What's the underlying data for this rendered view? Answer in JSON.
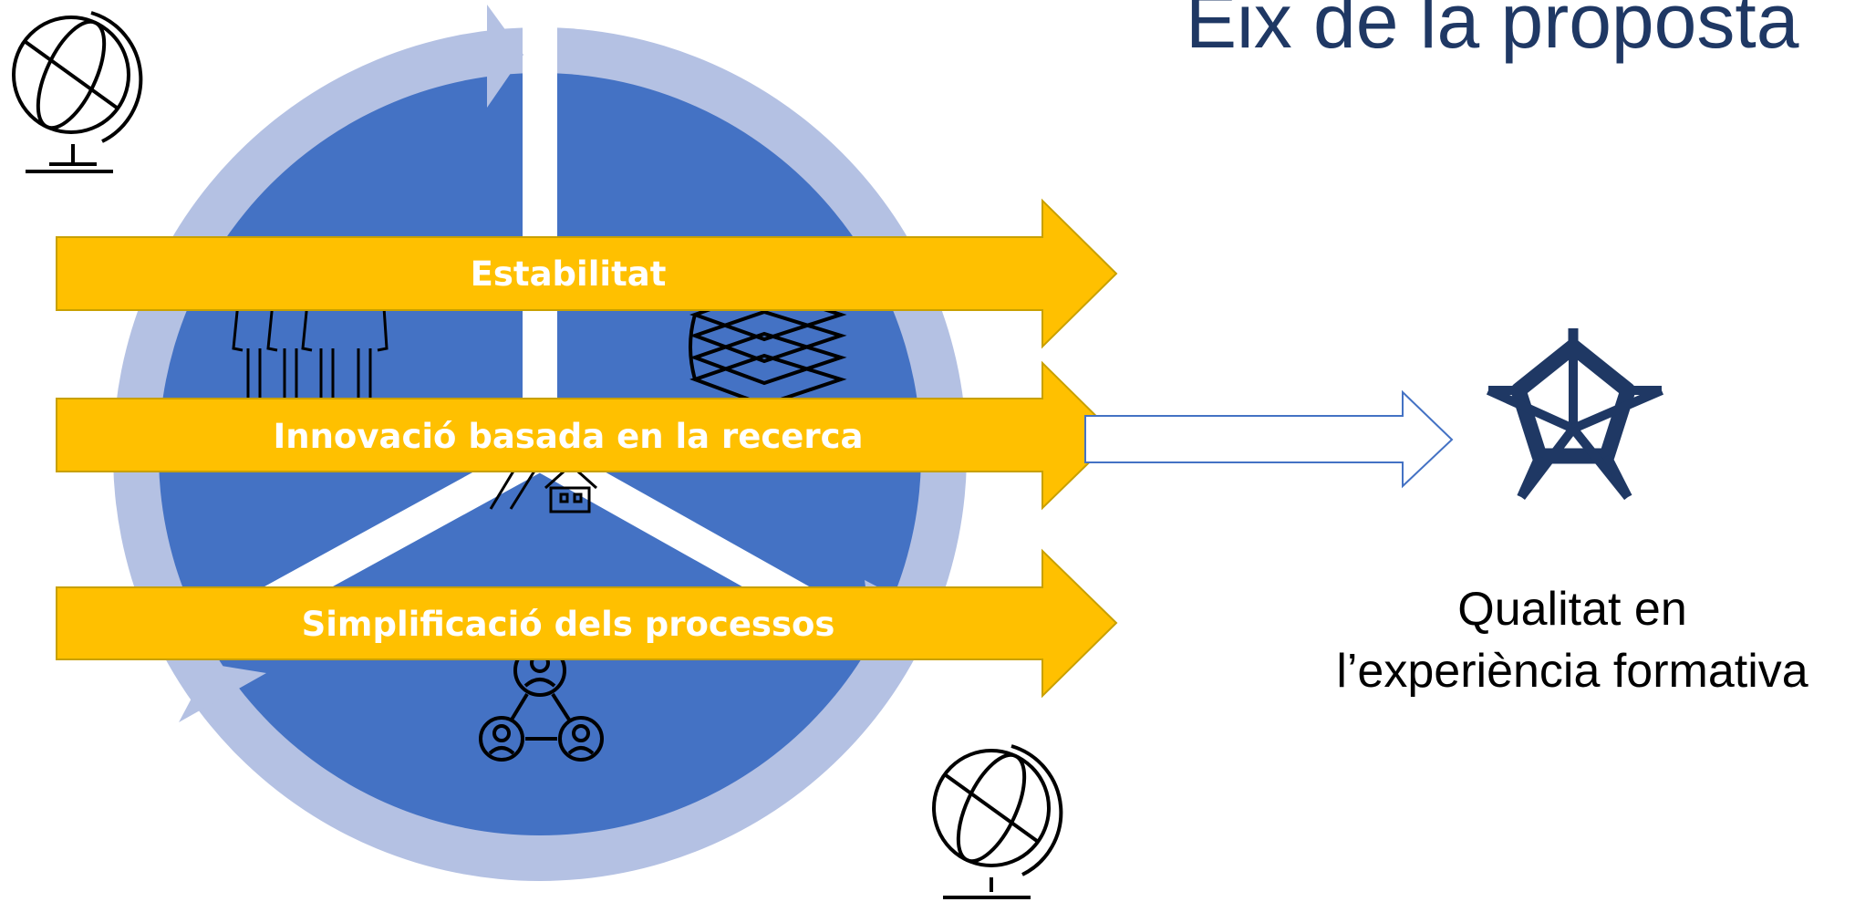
{
  "slide": {
    "title": "Eix de la proposta",
    "bands": [
      {
        "label": "Estabilitat"
      },
      {
        "label": "Innovació basada en la recerca"
      },
      {
        "label": "Simplificació dels processos"
      }
    ],
    "outcome": {
      "line1": "Qualitat en",
      "line2": "l’experiència formativa",
      "icon": "radar-chart-icon"
    },
    "icons": [
      "globe-icon",
      "people-icon",
      "books-icon",
      "house-icon",
      "network-people-icon",
      "globe-icon"
    ]
  },
  "colors": {
    "cycle_ring": "#B4C1E3",
    "cycle_fill": "#4472C4",
    "band_fill": "#FFC000",
    "band_edge": "#C8A000",
    "outcome_arrow": "#4472C4",
    "title": "#1F3864",
    "radar_icon": "#1F3864",
    "divider": "#ffffff"
  }
}
